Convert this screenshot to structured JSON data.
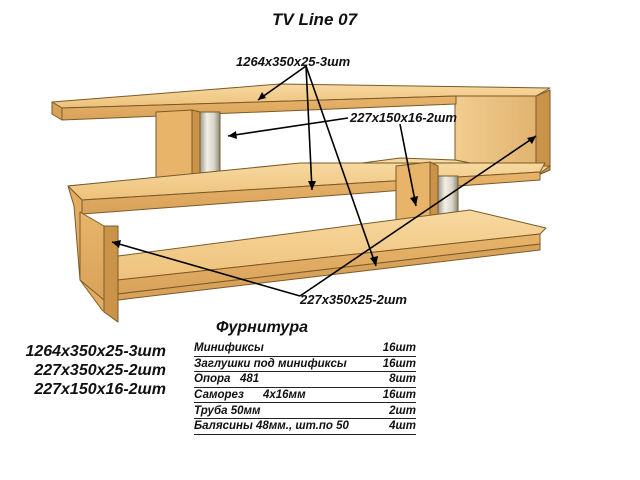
{
  "title": "TV Line 07",
  "callouts": {
    "top_panels": "1264x350x25-3шт",
    "small_panels": "227x150x16-2шт",
    "side_panels": "227x350x25-2шт"
  },
  "parts_list": [
    "1264x350x25-3шт",
    "227x350x25-2шт",
    "227x150x16-2шт"
  ],
  "hardware": {
    "title": "Фурнитура",
    "rows": [
      {
        "name": "Минификсы",
        "qty": "16шт"
      },
      {
        "name": "Заглушки под минификсы",
        "qty": "16шт"
      },
      {
        "name": "Опора   481",
        "qty": "8шт"
      },
      {
        "name": "Саморез      4x16мм",
        "qty": "16шт"
      },
      {
        "name": "Труба 50мм",
        "qty": "2шт"
      },
      {
        "name": "Балясины 48мм., шт.по 50",
        "qty": "4шт"
      }
    ]
  },
  "colors": {
    "wood_light": "#f3cf8c",
    "wood_mid": "#e8b86a",
    "wood_dark": "#c99448",
    "edge": "#7a5a2a",
    "pipe": "#d8d4c8"
  }
}
